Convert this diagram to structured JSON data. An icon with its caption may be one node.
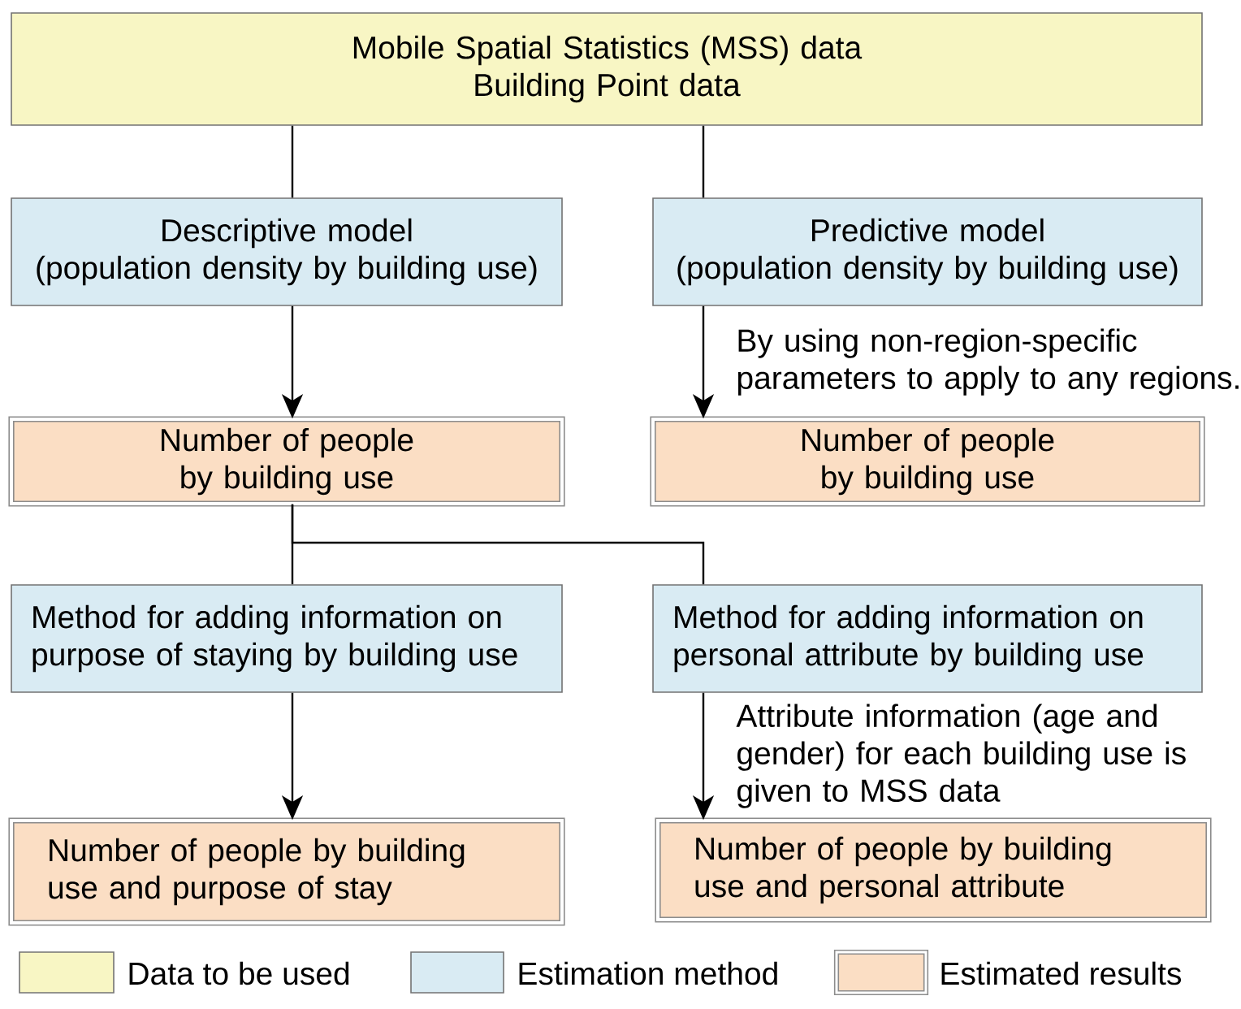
{
  "diagram": {
    "nodes": [
      {
        "text": [
          "Mobile Spatial Statistics (MSS) data",
          "Building Point data"
        ]
      },
      {
        "text": [
          "Descriptive model",
          "(population density by building use)"
        ]
      },
      {
        "text": [
          "Predictive model",
          "(population density by building use)"
        ]
      },
      {
        "text": [
          "Number of people by building use"
        ]
      },
      {
        "text": [
          "Number of people by building use"
        ]
      },
      {
        "text": [
          "Method for adding information on purpose of staying by building use"
        ]
      },
      {
        "text": [
          "Method for adding information on personal attribute by building use"
        ]
      },
      {
        "text": [
          "Number of people by building use and purpose of stay"
        ]
      },
      {
        "text": [
          "Number of people by building use and personal attribute"
        ]
      }
    ],
    "edges": [
      {
        "from": 0,
        "to": 1,
        "arrow": "none"
      },
      {
        "from": 0,
        "to": 2,
        "arrow": "none"
      },
      {
        "from": 1,
        "to": 3,
        "arrow": "to"
      },
      {
        "from": 2,
        "to": 4,
        "arrow": "to",
        "label": "By using non-region-specific parameters to apply to any regions."
      },
      {
        "from": 3,
        "to": 5,
        "arrow": "none"
      },
      {
        "from": 3,
        "to": 6,
        "arrow": "none"
      },
      {
        "from": 5,
        "to": 7,
        "arrow": "to"
      },
      {
        "from": 6,
        "to": 8,
        "arrow": "to",
        "label": "Attribute information (age and gender) for each building use is given to MSS data"
      }
    ],
    "legend": [
      {
        "text": "Data to be used",
        "color": "#f8f6c4"
      },
      {
        "text": "Estimation method",
        "color": "#d9ebf3"
      },
      {
        "text": "Estimated results",
        "color": "#fbdec4"
      }
    ]
  }
}
